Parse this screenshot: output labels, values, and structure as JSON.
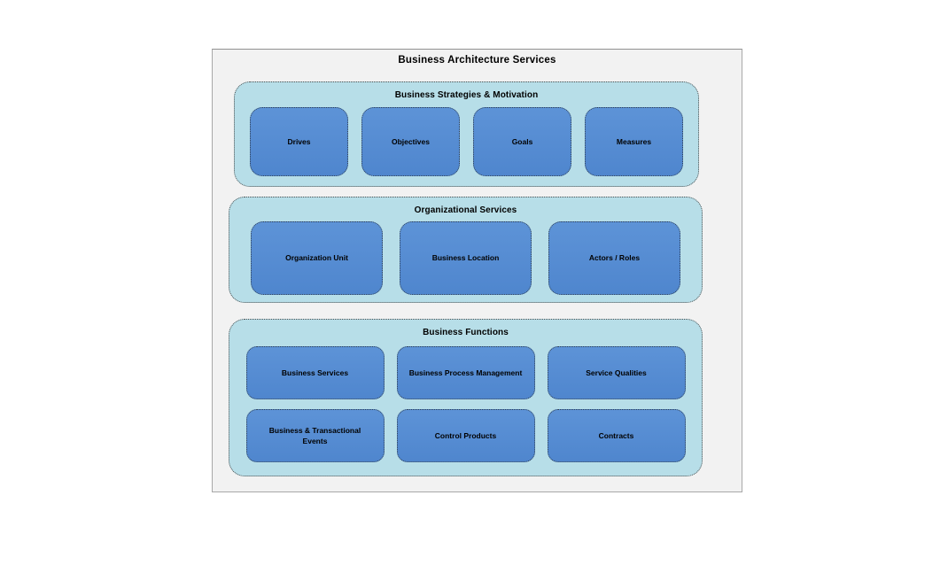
{
  "diagram": {
    "title": "Business Architecture Services",
    "colors": {
      "panel_bg": "#f2f2f2",
      "panel_border": "#a8a8a8",
      "section_bg": "#b7dee8",
      "section_border": "#4d4d4d",
      "node_bg": "#5389d0",
      "node_border": "#2f3f52",
      "text": "#000000"
    },
    "sections": [
      {
        "title": "Business Strategies & Motivation",
        "rows": [
          [
            "Drives",
            "Objectives",
            "Goals",
            "Measures"
          ]
        ]
      },
      {
        "title": "Organizational Services",
        "rows": [
          [
            "Organization Unit",
            "Business Location",
            "Actors / Roles"
          ]
        ]
      },
      {
        "title": "Business Functions",
        "rows": [
          [
            "Business Services",
            "Business Process Management",
            "Service Qualities"
          ],
          [
            "Business &  Transactional\nEvents",
            "Control Products",
            "Contracts"
          ]
        ]
      }
    ]
  }
}
